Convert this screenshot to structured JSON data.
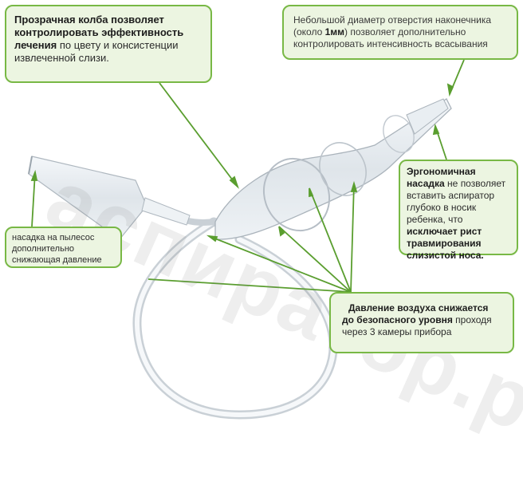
{
  "watermark": "аспиратор.рф",
  "accent_color": "#78b845",
  "callouts": {
    "bulb": {
      "bold": "Прозрачная колба позволяет контролировать эффективность лечения",
      "text": " по цвету и консистенции извлеченной слизи."
    },
    "tip_diameter": {
      "text1": "Небольшой диаметр отверстия наконечника (около ",
      "bold": "1мм",
      "text2": ")  позволяет дополнительно контролировать интенсивность всасывания"
    },
    "nozzle": {
      "bold1": "Эргономичная насадка",
      "text1": " не позволяет вставить аспиратор глубоко в носик ребенка, что ",
      "bold2": "исключает рист травмирования слизистой носа."
    },
    "vacuum_adapter": {
      "text": "насадка на пылесос дополнительно снижающая давление"
    },
    "pressure": {
      "bold": "Давление воздуха снижается до безопасного уровня",
      "text": " проходя через 3 камеры прибора"
    }
  }
}
